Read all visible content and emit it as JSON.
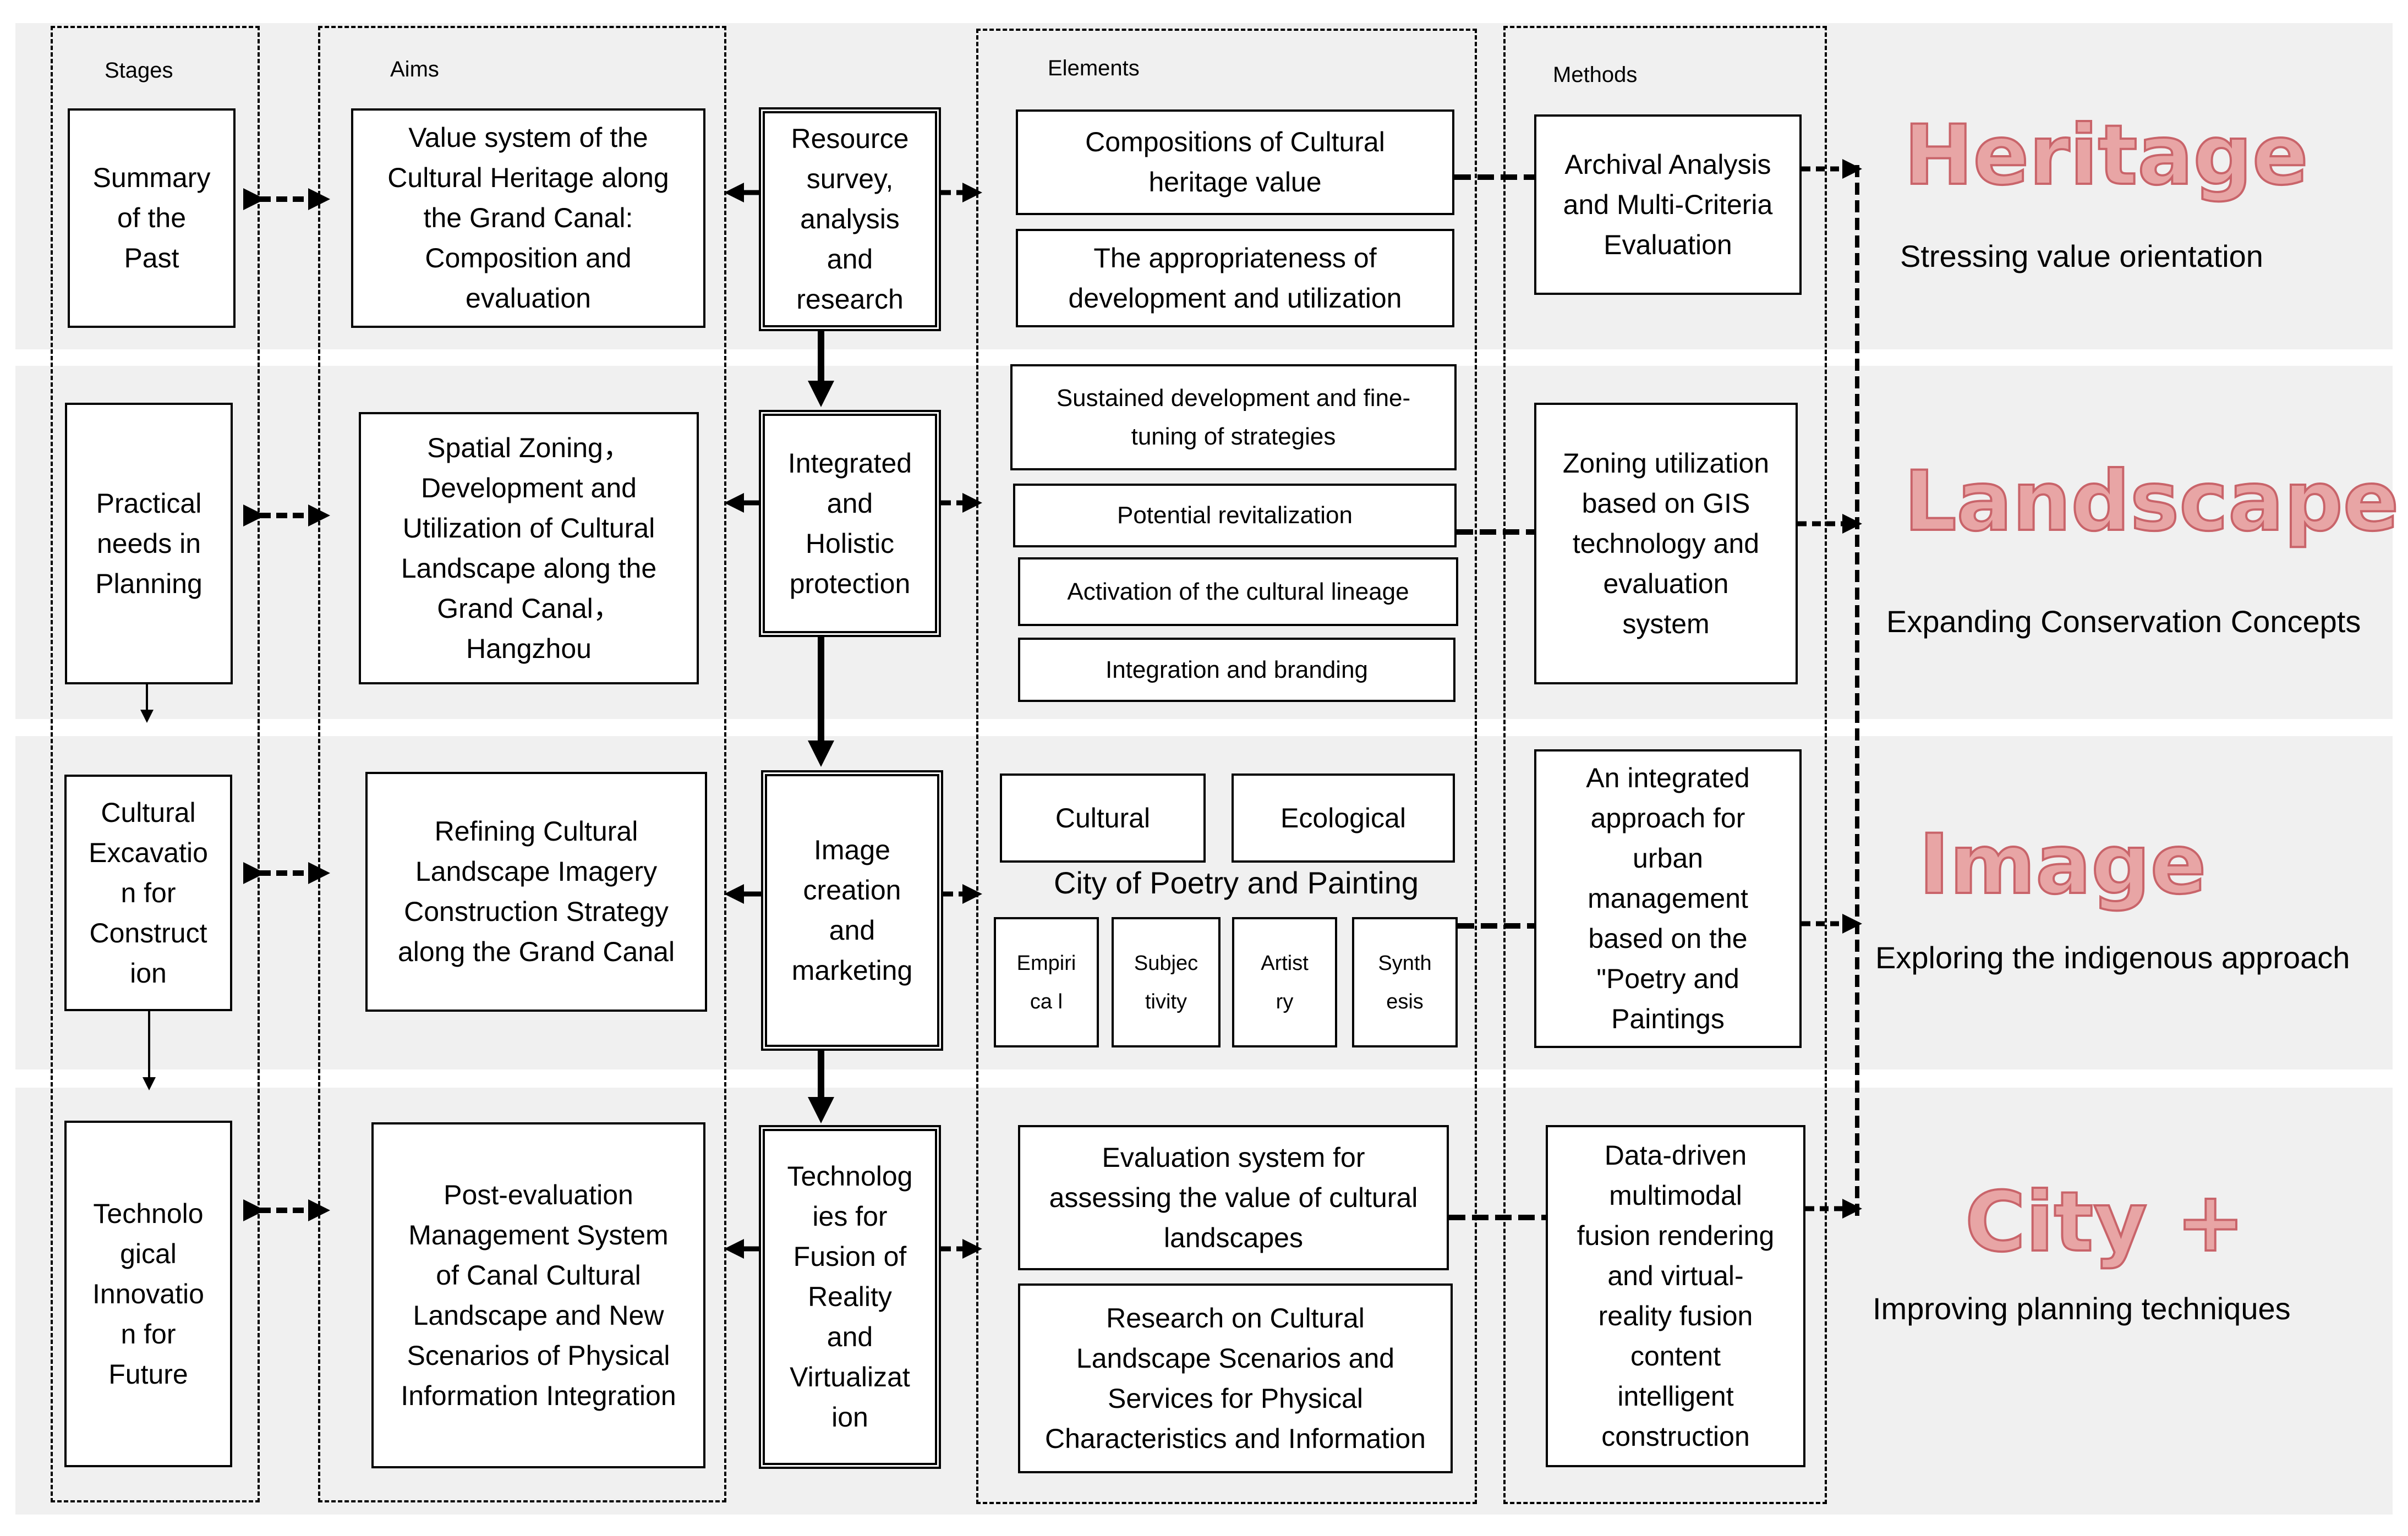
{
  "headers": {
    "stages": "Stages",
    "aims": "Aims",
    "elements": "Elements",
    "methods": "Methods"
  },
  "stages": [
    "Summary\nof the\nPast",
    "Practical\nneeds in\nPlanning",
    "Cultural\nExcavatio\nn for\nConstruct\nion",
    "Technolo\ngical\nInnovatio\nn for\nFuture"
  ],
  "aims": [
    "Value system of the\nCultural Heritage along\nthe Grand Canal:\nComposition and\nevaluation",
    "Spatial Zoning，\nDevelopment and\nUtilization of Cultural\nLandscape along the\nGrand Canal，\nHangzhou",
    "Refining Cultural\nLandscape Imagery\nConstruction Strategy\nalong the Grand Canal",
    "Post-evaluation\nManagement System\nof Canal Cultural\nLandscape and New\nScenarios of Physical\nInformation Integration"
  ],
  "process": [
    "Resource\nsurvey,\nanalysis\nand\nresearch",
    "Integrated\nand\nHolistic\nprotection",
    "Image\ncreation\nand\nmarketing",
    "Technolog\nies for\nFusion of\nReality\nand\nVirtualizat\nion"
  ],
  "elements": {
    "heritage": [
      "Compositions of Cultural\nheritage value",
      "The appropriateness of\ndevelopment and utilization"
    ],
    "landscape": [
      "Sustained development and fine-\ntuning of strategies",
      "Potential revitalization",
      "Activation of the cultural lineage",
      "Integration and branding"
    ],
    "image_top": [
      "Cultural",
      "Ecological"
    ],
    "image_title": "City of Poetry and Painting",
    "image_bottom": [
      "Empiri\nca l",
      "Subjec\ntivity",
      "Artist\nry",
      "Synth\nesis"
    ],
    "city": [
      "Evaluation system for\nassessing the value of cultural\nlandscapes",
      "Research on Cultural\nLandscape Scenarios and\nServices for Physical\nCharacteristics and Information"
    ]
  },
  "methods": [
    "Archival Analysis\nand Multi-Criteria\nEvaluation",
    "Zoning utilization\nbased on GIS\ntechnology and\nevaluation\nsystem",
    "An integrated\napproach for\nurban\nmanagement\nbased on the\n\"Poetry and\nPaintings",
    "Data-driven\nmultimodal\nfusion rendering\nand virtual-\nreality fusion\ncontent\nintelligent\nconstruction"
  ],
  "outcomes": [
    {
      "title": "Heritage",
      "subtitle": "Stressing value orientation"
    },
    {
      "title": "Landscape",
      "subtitle": "Expanding Conservation Concepts"
    },
    {
      "title": "Image",
      "subtitle": "Exploring the indigenous approach"
    },
    {
      "title": "City +",
      "subtitle": "Improving planning techniques"
    }
  ],
  "colors": {
    "band": "#f0f0f0",
    "outcome_fill": "#e8a5a5",
    "outcome_stroke": "#c9646a"
  }
}
